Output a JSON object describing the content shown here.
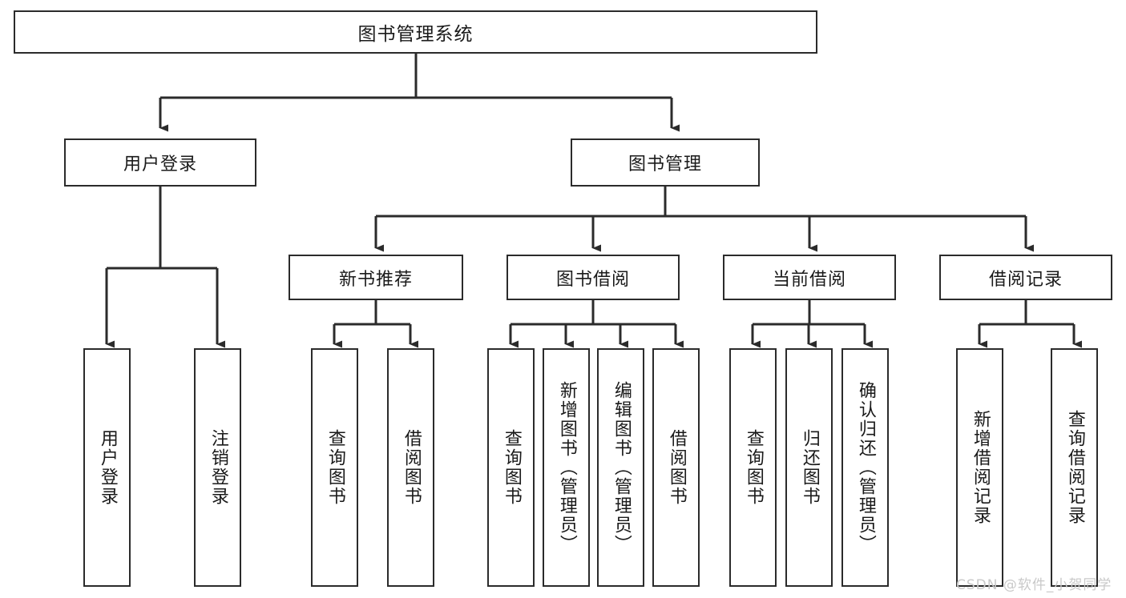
{
  "diagram": {
    "title": "图书管理系统",
    "watermark": "CSDN @软件_小贺同学",
    "line_color": "#2b2b2b",
    "text_color": "#1a1a1a",
    "background": "#ffffff",
    "watermark_color": "#c9c9c9",
    "levels": {
      "root": {
        "label": "图书管理系统"
      },
      "level2": [
        {
          "label": "用户登录"
        },
        {
          "label": "图书管理"
        }
      ],
      "level3": [
        {
          "label": "新书推荐"
        },
        {
          "label": "图书借阅"
        },
        {
          "label": "当前借阅"
        },
        {
          "label": "借阅记录"
        }
      ],
      "leaves": {
        "user_login": [
          {
            "label": "用户登录"
          },
          {
            "label": "注销登录"
          }
        ],
        "new_book": [
          {
            "label": "查询图书"
          },
          {
            "label": "借阅图书"
          }
        ],
        "book_borrow": [
          {
            "label": "查询图书"
          },
          {
            "label": "新增图书（管理员）"
          },
          {
            "label": "编辑图书（管理员）"
          },
          {
            "label": "借阅图书"
          }
        ],
        "current_borrow": [
          {
            "label": "查询图书"
          },
          {
            "label": "归还图书"
          },
          {
            "label": "确认归还（管理员）"
          }
        ],
        "borrow_record": [
          {
            "label": "新增借阅记录"
          },
          {
            "label": "查询借阅记录"
          }
        ]
      }
    }
  }
}
